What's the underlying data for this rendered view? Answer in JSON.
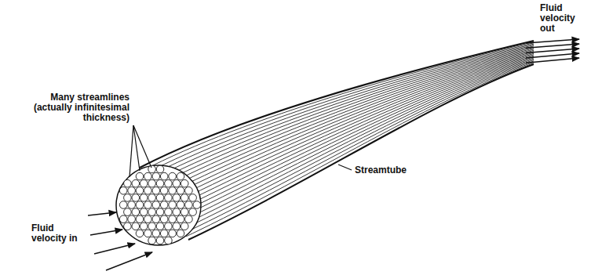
{
  "diagram": {
    "labels": [
      "Fluid velocity out",
      "Many streamlines (actually infinitesimal thickness)",
      "Streamtube",
      "Fluid velocity in"
    ]
  }
}
